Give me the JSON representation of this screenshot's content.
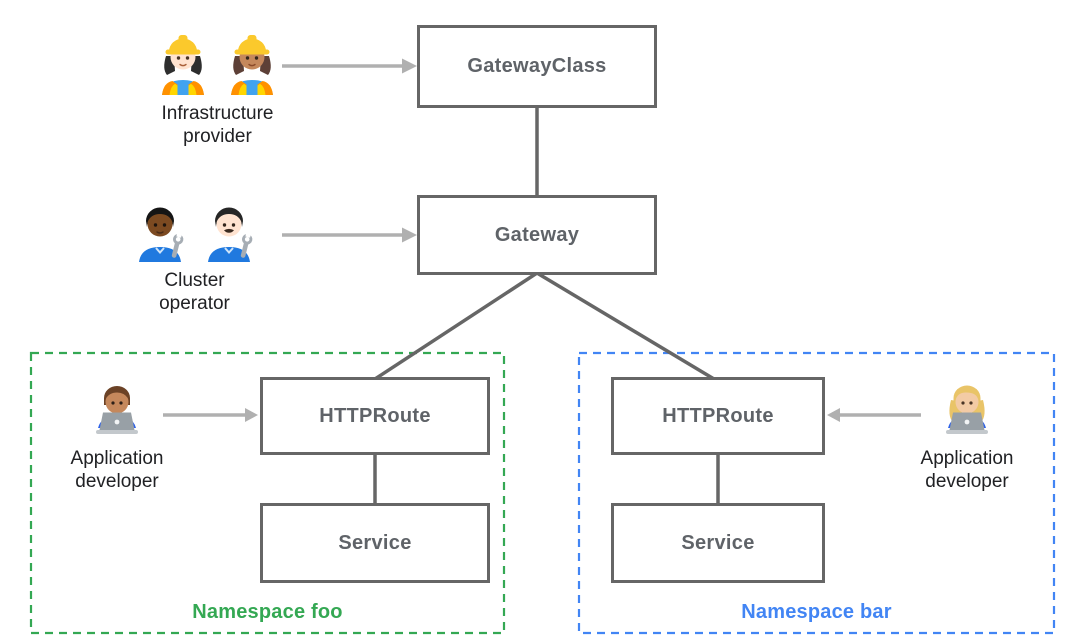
{
  "diagram": {
    "title_hint": "Gateway API resource model",
    "colors": {
      "background": "#ffffff",
      "box_border": "#666666",
      "box_text": "#5f6368",
      "connector": "#666666",
      "arrow": "#b0b0b0",
      "namespace_foo": "#34a853",
      "namespace_bar": "#4285f4",
      "persona_text": "#202124"
    },
    "nodes": {
      "gateway_class": {
        "label": "GatewayClass"
      },
      "gateway": {
        "label": "Gateway"
      },
      "httproute_foo": {
        "label": "HTTPRoute"
      },
      "service_foo": {
        "label": "Service"
      },
      "httproute_bar": {
        "label": "HTTPRoute"
      },
      "service_bar": {
        "label": "Service"
      }
    },
    "namespaces": {
      "foo": {
        "label": "Namespace foo",
        "border_style": "dashed",
        "color": "#34a853"
      },
      "bar": {
        "label": "Namespace bar",
        "border_style": "dashed",
        "color": "#4285f4"
      }
    },
    "personas": {
      "infrastructure_provider": {
        "label_line1": "Infrastructure",
        "label_line2": "provider",
        "icons": [
          "woman-construction-worker-light-icon",
          "woman-construction-worker-medium-icon"
        ],
        "points_to": "GatewayClass"
      },
      "cluster_operator": {
        "label_line1": "Cluster",
        "label_line2": "operator",
        "icons": [
          "mechanic-dark-icon",
          "man-mechanic-light-icon"
        ],
        "points_to": "Gateway"
      },
      "app_developer_foo": {
        "label_line1": "Application",
        "label_line2": "developer",
        "icons": [
          "man-technologist-medium-icon"
        ],
        "points_to": "HTTPRoute (foo)"
      },
      "app_developer_bar": {
        "label_line1": "Application",
        "label_line2": "developer",
        "icons": [
          "woman-technologist-blonde-icon"
        ],
        "points_to": "HTTPRoute (bar)"
      }
    }
  }
}
